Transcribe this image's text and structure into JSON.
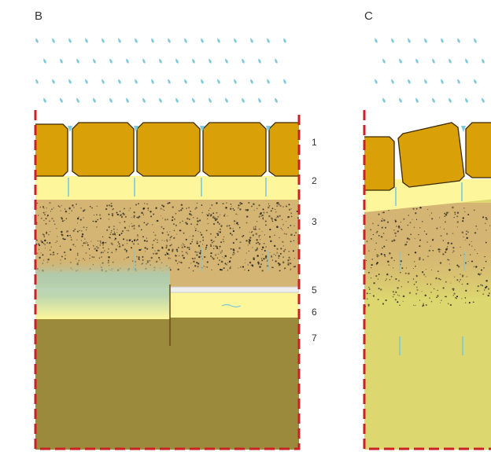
{
  "panels": [
    {
      "letter": "B"
    },
    {
      "letter": "C"
    }
  ],
  "layer_labels": [
    "1",
    "2",
    "3",
    "5",
    "6",
    "7"
  ],
  "colors": {
    "raindrop": "#7ec8dc",
    "paver": "#daa007",
    "paver_stroke": "#3a2a00",
    "bedding_sand": "#fdf69b",
    "gravel": "#d5b573",
    "geotextile": "#e8e8e8",
    "filter_layer": "#fdf69b",
    "subsoil": "#9b8a3c",
    "clogged_zone": "#a9cdb4",
    "saturated_soil": "#dcd76e",
    "boundary": "#cc2027"
  }
}
